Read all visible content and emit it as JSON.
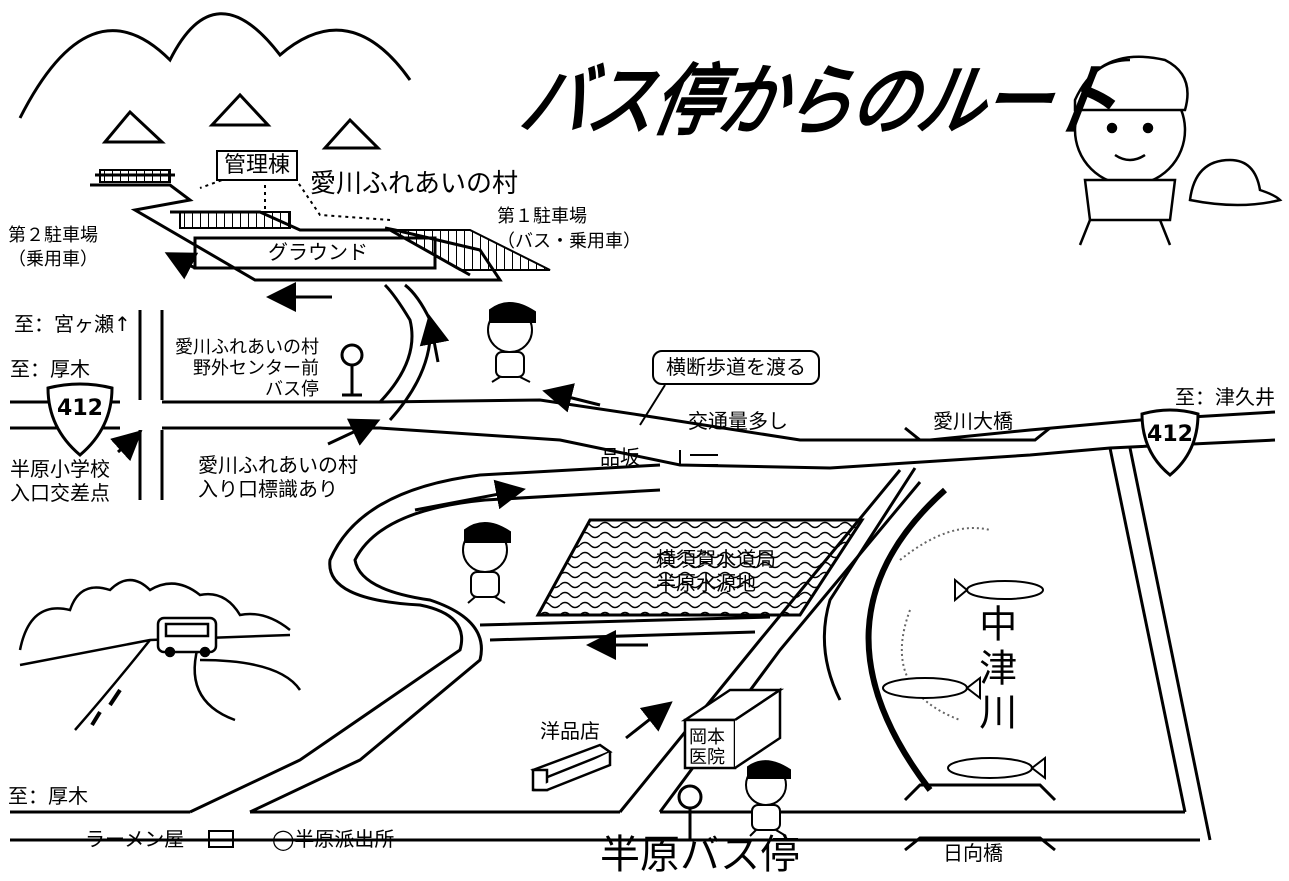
{
  "title": "バス停からのルート",
  "village": {
    "name": "愛川ふれあいの村",
    "office": "管理棟",
    "ground": "グラウンド"
  },
  "parking": {
    "lot1_name": "第１駐車場",
    "lot1_note": "（バス・乗用車）",
    "lot2_name": "第２駐車場",
    "lot2_note": "（乗用車）"
  },
  "directions": {
    "to_miyagase": "至：宮ヶ瀬↑",
    "to_atsugi_upper": "至：厚木",
    "to_atsugi_lower": "至：厚木",
    "to_tsukui": "至：津久井"
  },
  "routes": {
    "route_left": "412",
    "route_right": "412"
  },
  "bus_stop_center": {
    "line1": "愛川ふれあいの村",
    "line2": "野外センター前",
    "line3": "バス停"
  },
  "crossing_callout": "横断歩道を渡る",
  "traffic_note": "交通量多し",
  "intersection": {
    "line1": "半原小学校",
    "line2": "入口交差点"
  },
  "entrance_sign": {
    "line1": "愛川ふれあいの村",
    "line2": "入り口標識あり"
  },
  "shinasaka": "品坂",
  "bridges": {
    "aikawa": "愛川大橋",
    "hinata": "日向橋"
  },
  "reservoir": {
    "line1": "横須賀水道局",
    "line2": "半原水源地"
  },
  "river": "中津川",
  "shops": {
    "western_goods": "洋品店",
    "clinic_line1": "岡本",
    "clinic_line2": "医院"
  },
  "bottom": {
    "ramen": "ラーメン屋",
    "police": "◯半原派出所",
    "main_stop": "半原バス停"
  }
}
